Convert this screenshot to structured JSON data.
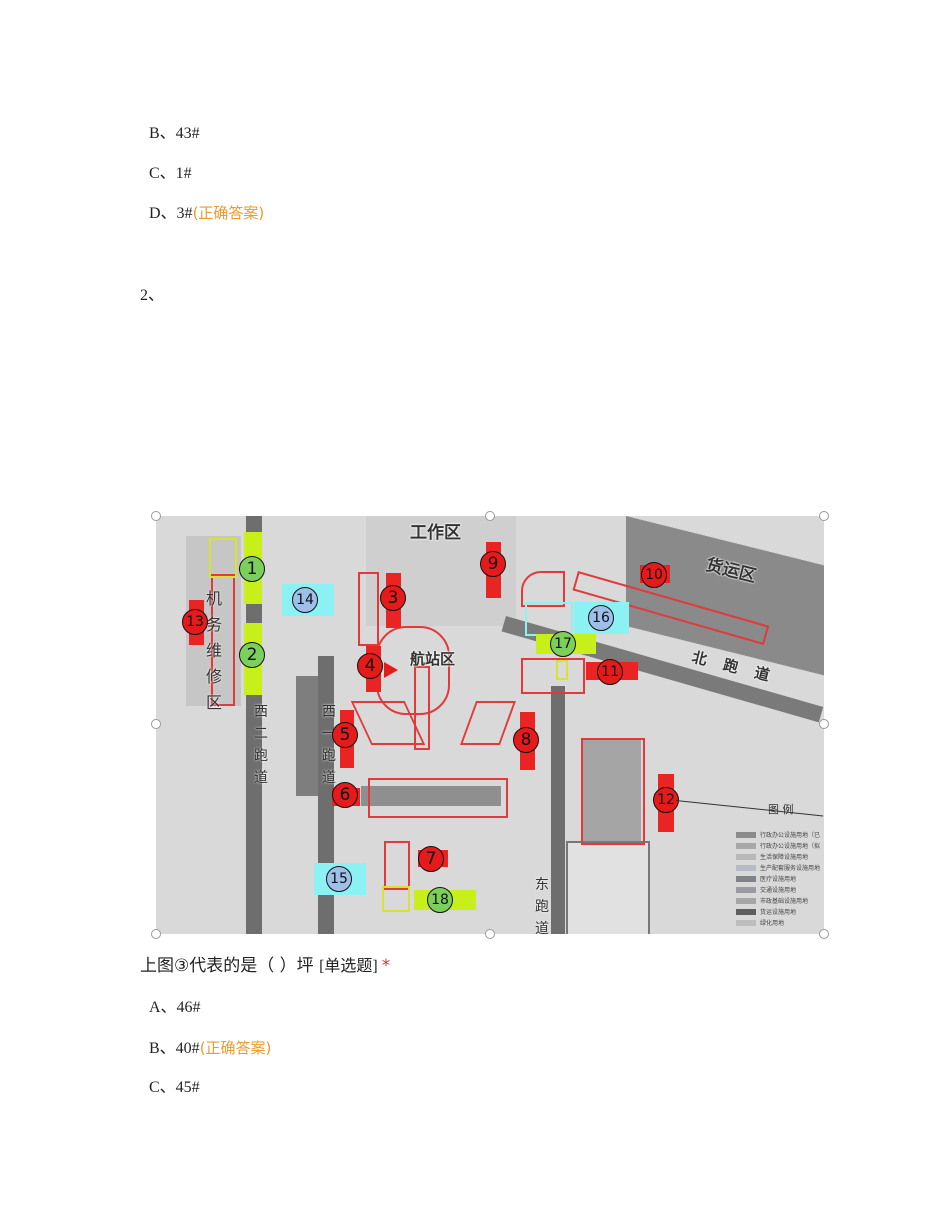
{
  "prev_question": {
    "options": [
      {
        "key": "B",
        "text": "B、43#",
        "correct": false
      },
      {
        "key": "C",
        "text": "C、1#",
        "correct": false
      },
      {
        "key": "D",
        "text": "D、3#",
        "correct": true
      }
    ]
  },
  "correct_label": "(正确答案)",
  "question": {
    "number": "2、",
    "title": "上图③代表的是（ ）坪",
    "type_tag": "[单选题]",
    "required_mark": "*",
    "options": [
      {
        "key": "A",
        "text": "A、46#",
        "correct": false
      },
      {
        "key": "B",
        "text": "B、40#",
        "correct": true
      },
      {
        "key": "C",
        "text": "C、45#",
        "correct": false
      }
    ]
  },
  "map": {
    "zone_labels": {
      "work_area": "工作区",
      "terminal_area": "航站区",
      "cargo_area": "货运区",
      "north_runway": "北 跑 道",
      "west2_runway": "西二跑道",
      "west1_runway": "西一跑道",
      "east_runway": "东跑道",
      "maintenance_area": "机务维修区"
    },
    "markers": [
      {
        "n": "1",
        "color": "green"
      },
      {
        "n": "2",
        "color": "green"
      },
      {
        "n": "3",
        "color": "red"
      },
      {
        "n": "4",
        "color": "red"
      },
      {
        "n": "5",
        "color": "red"
      },
      {
        "n": "6",
        "color": "red"
      },
      {
        "n": "7",
        "color": "red"
      },
      {
        "n": "8",
        "color": "red"
      },
      {
        "n": "9",
        "color": "red"
      },
      {
        "n": "10",
        "color": "red"
      },
      {
        "n": "11",
        "color": "red"
      },
      {
        "n": "12",
        "color": "red"
      },
      {
        "n": "13",
        "color": "red"
      },
      {
        "n": "14",
        "color": "blue"
      },
      {
        "n": "15",
        "color": "blue"
      },
      {
        "n": "16",
        "color": "blue"
      },
      {
        "n": "17",
        "color": "green"
      },
      {
        "n": "18",
        "color": "green"
      }
    ],
    "legend": {
      "title": "图 例",
      "items": [
        {
          "label": "行政办公设施用地（已",
          "color": "#8c8c8c"
        },
        {
          "label": "行政办公设施用地（拟",
          "color": "#a8a8a8"
        },
        {
          "label": "生活保障设施用地",
          "color": "#b8b8b8"
        },
        {
          "label": "生产配套服务设施用地",
          "color": "#b5bcc4"
        },
        {
          "label": "医疗设施用地",
          "color": "#7f8288"
        },
        {
          "label": "交通设施用地",
          "color": "#9a9aa0"
        },
        {
          "label": "市政基础设施用地",
          "color": "#a6a6a6"
        },
        {
          "label": "货运设施用地",
          "color": "#5e5e5e"
        },
        {
          "label": "绿化用地",
          "color": "#bdbdbd"
        }
      ]
    }
  }
}
